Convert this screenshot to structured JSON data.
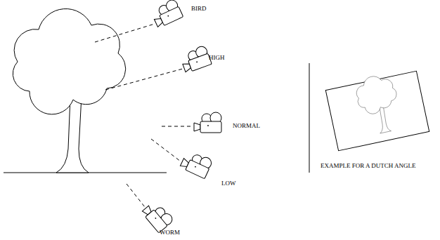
{
  "diagram": {
    "labels": [
      "BIRD",
      "HIGH",
      "NORMAL",
      "LOW",
      "WORM",
      "EXAMPLE FOR A DUTCH ANGLE"
    ]
  }
}
